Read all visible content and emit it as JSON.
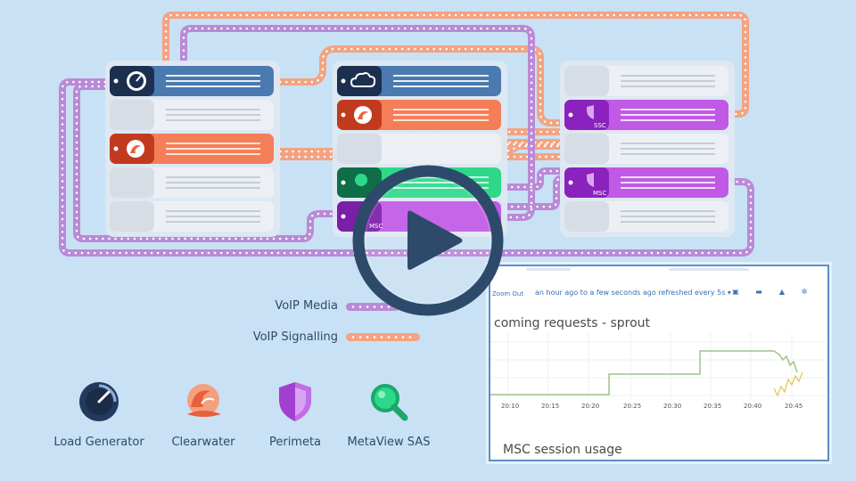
{
  "legend": {
    "media_label": "VoIP Media",
    "signalling_label": "VoIP Signalling"
  },
  "components": [
    {
      "label": "Load Generator",
      "icon": "load-generator-icon"
    },
    {
      "label": "Clearwater",
      "icon": "clearwater-icon"
    },
    {
      "label": "Perimeta",
      "icon": "perimeta-icon"
    },
    {
      "label": "MetaView SAS",
      "icon": "metaview-sas-icon"
    }
  ],
  "node_badges": {
    "ssc": "SSC",
    "msc": "MSC",
    "msc_small": "MSC"
  },
  "dashboard": {
    "zoom_label": "Zoom Out",
    "time_range": "an hour ago to a few seconds ago refreshed every 5s ▾",
    "panel1_title": "coming requests - sprout",
    "panel2_title": "MSC session usage",
    "x_ticks": [
      "20:10",
      "20:15",
      "20:20",
      "20:25",
      "20:30",
      "20:35",
      "20:40",
      "20:45"
    ]
  },
  "colors": {
    "background": "#c9e1f4",
    "media": "#b98ad6",
    "signalling": "#f3a382",
    "load_generator": "#233a5e",
    "clearwater": "#e8603c",
    "perimeta": "#a23fd0",
    "metaview": "#1aa86b",
    "play": "#2d4a6a"
  }
}
